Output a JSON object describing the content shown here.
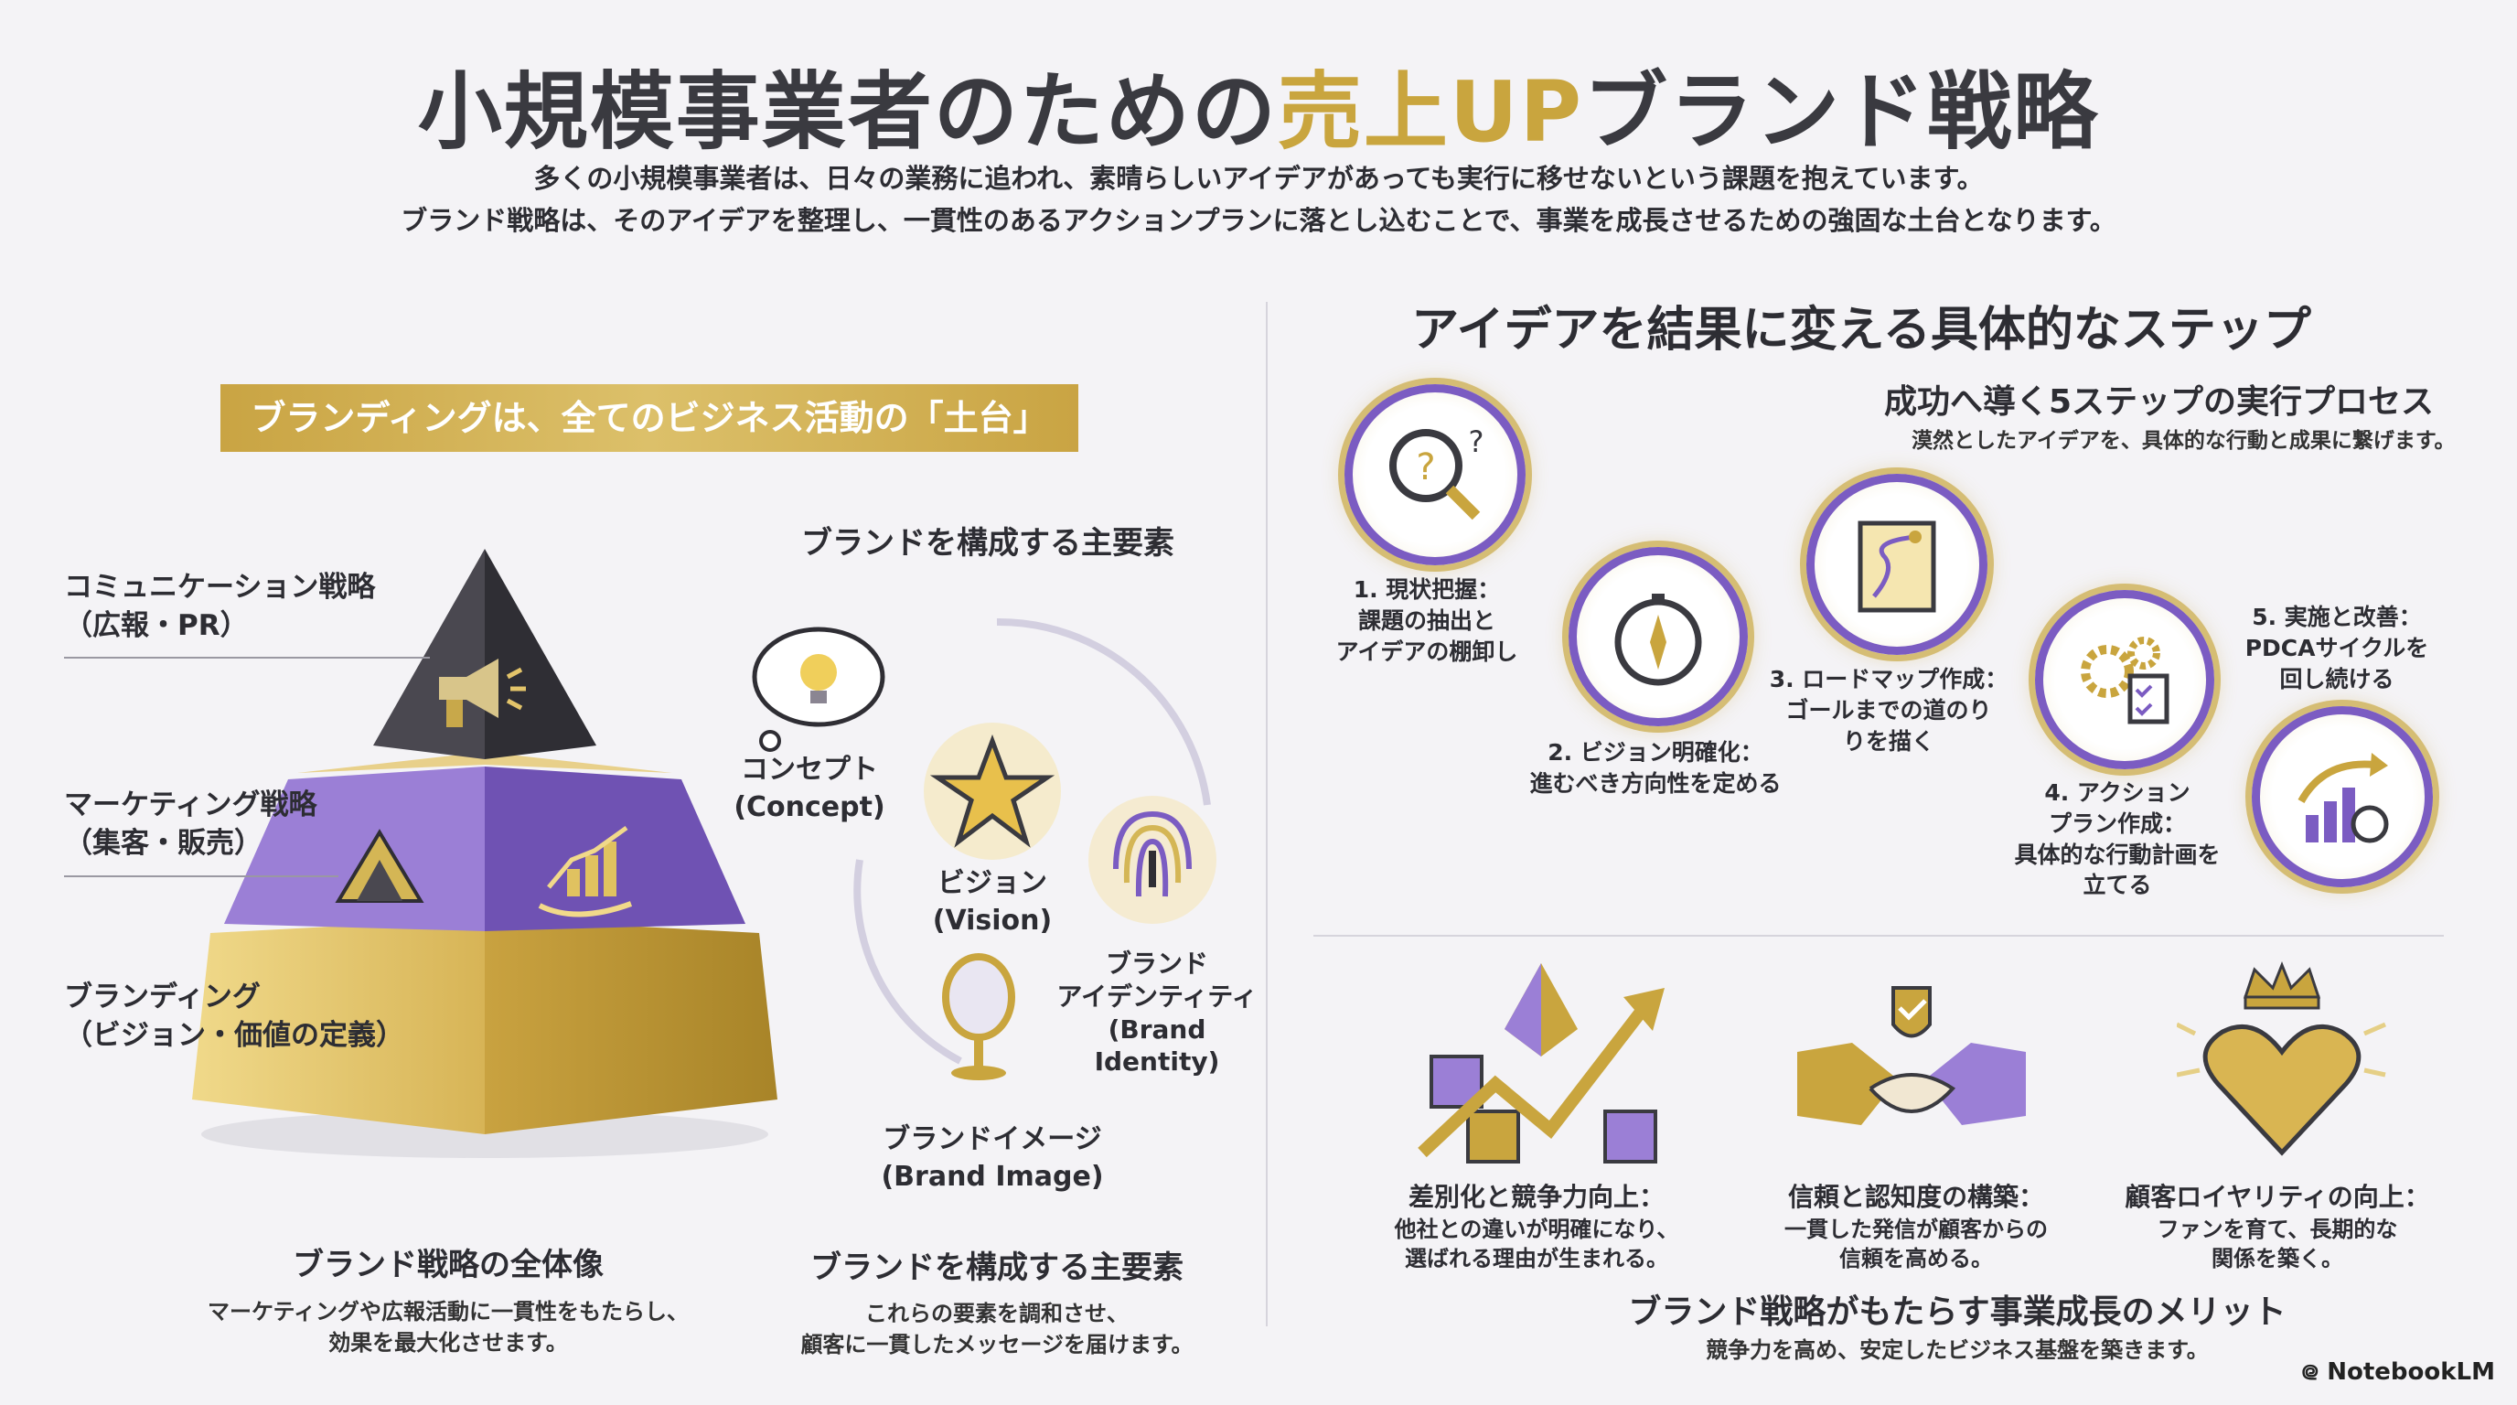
{
  "title": {
    "prefix": "小規模事業者のための",
    "highlight": "売上UP",
    "suffix": "ブランド戦略"
  },
  "subtitle_lines": [
    "多くの小規模事業者は、日々の業務に追われ、素晴らしいアイデアがあっても実行に移せないという課題を抱えています。",
    "ブランド戦略は、そのアイデアを整理し、一貫性のあるアクションプランに落とし込むことで、事業を成長させるための強固な土台となります。"
  ],
  "left": {
    "banner": "ブランディングは、全てのビジネス活動の「土台」",
    "pyramid_labels": [
      {
        "line1": "コミュニケーション戦略",
        "line2": "（広報・PR）"
      },
      {
        "line1": "マーケティング戦略",
        "line2": "（集客・販売）"
      },
      {
        "line1": "ブランディング",
        "line2": "（ビジョン・価値の定義）"
      }
    ],
    "pyramid_caption": {
      "title": "ブランド戦略の全体像",
      "line1": "マーケティングや広報活動に一貫性をもたらし、",
      "line2": "効果を最大化させます。"
    },
    "elements_heading": "ブランドを構成する主要素",
    "elements": [
      {
        "line1": "コンセプト",
        "line2": "(Concept)",
        "icon": "lightbulb-cloud-icon"
      },
      {
        "line1": "ビジョン",
        "line2": "(Vision)",
        "icon": "star-icon"
      },
      {
        "line1": "ブランド",
        "line2": "アイデンティティ",
        "line3": "(Brand Identity)",
        "icon": "fingerprint-icon"
      },
      {
        "line1": "ブランドイメージ",
        "line2": "(Brand Image)",
        "icon": "mirror-icon"
      }
    ],
    "elements_caption": {
      "title": "ブランドを構成する主要素",
      "line1": "これらの要素を調和させ、",
      "line2": "顧客に一貫したメッセージを届けます。"
    }
  },
  "right": {
    "heading": "アイデアを結果に変える具体的なステップ",
    "process_title": "成功へ導く5ステップの実行プロセス",
    "process_sub": "漠然としたアイデアを、具体的な行動と成果に繋げます。",
    "steps": [
      {
        "lines": [
          "1. 現状把握：",
          "課題の抽出と",
          "アイデアの棚卸し"
        ],
        "icon": "magnifier-question-icon"
      },
      {
        "lines": [
          "2. ビジョン明確化：",
          "進むべき方向性を定める"
        ],
        "icon": "compass-icon"
      },
      {
        "lines": [
          "3. ロードマップ作成：",
          "ゴールまでの道のり",
          "りを描く"
        ],
        "icon": "roadmap-icon"
      },
      {
        "lines": [
          "4. アクション",
          "プラン作成：",
          "具体的な行動計画を",
          "立てる"
        ],
        "icon": "gears-checklist-icon"
      },
      {
        "lines": [
          "5. 実施と改善：",
          "PDCAサイクルを",
          "回し続ける"
        ],
        "icon": "growth-target-icon"
      }
    ],
    "benefits": [
      {
        "title": "差別化と競争力向上：",
        "line1": "他社との違いが明確になり、",
        "line2": "選ばれる理由が生まれる。",
        "icon": "growth-arrow-icon"
      },
      {
        "title": "信頼と認知度の構築：",
        "line1": "一貫した発信が顧客からの",
        "line2": "信頼を高める。",
        "icon": "handshake-icon"
      },
      {
        "title": "顧客ロイヤリティの向上：",
        "line1": "ファンを育て、長期的な",
        "line2": "関係を築く。",
        "icon": "crown-heart-icon"
      }
    ],
    "benefits_caption": {
      "title": "ブランド戦略がもたらす事業成長のメリット",
      "line": "競争力を高め、安定したビジネス基盤を築きます。"
    }
  },
  "footer": {
    "logo_text": "NotebookLM"
  },
  "colors": {
    "gold": "#c9a53e",
    "purple": "#7b5cc2",
    "dark": "#3a3a40"
  }
}
